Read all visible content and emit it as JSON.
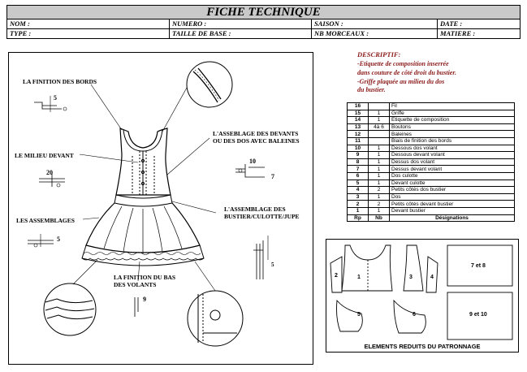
{
  "title": "FICHE TECHNIQUE",
  "header_row1": [
    "NOM :",
    "NUMERO :",
    "SAISON :",
    "DATE :"
  ],
  "header_row2": [
    "TYPE :",
    "TAILLE DE BASE :",
    "NB MORCEAUX :",
    "MATIERE :"
  ],
  "labels": {
    "finition_bords": "LA FINITION DES BORDS",
    "assemblage_devants_1": "L'ASSEBLAGE DES DEVANTS",
    "assemblage_devants_2": "OU DES DOS AVEC BALEINES",
    "milieu_devant": "LE MILIEU DEVANT",
    "assemblages": "LES ASSEMBLAGES",
    "assemblage_bustier_1": "L'ASSEMBLAGE DES",
    "assemblage_bustier_2": "BUSTIER/CULOTTE/JUPE",
    "finition_bas_1": "LA FINITION DU BAS",
    "finition_bas_2": "DES VOLANTS"
  },
  "measures": {
    "m5a": "5",
    "m10": "10",
    "m7": "7",
    "m20": "20",
    "m5b": "5",
    "m5c": "5",
    "m9": "9"
  },
  "descriptif": {
    "title": "DESCRIPTIF:",
    "lines": [
      "-Etiquette de composition inserrée",
      "dans couture de côté droit du bustier.",
      "-Griffe plaquée au milieu du dos",
      "du bustier."
    ]
  },
  "nomenclature": {
    "rows": [
      {
        "rp": "16",
        "nb": "",
        "designation": "Fil"
      },
      {
        "rp": "15",
        "nb": "1",
        "designation": "Griffe"
      },
      {
        "rp": "14",
        "nb": "1",
        "designation": "Etiquette de composition"
      },
      {
        "rp": "13",
        "nb": "4à 6",
        "designation": "Boutons"
      },
      {
        "rp": "12",
        "nb": "",
        "designation": "Baleines"
      },
      {
        "rp": "11",
        "nb": "",
        "designation": "Biais de finition des bords"
      },
      {
        "rp": "10",
        "nb": "1",
        "designation": "Dessous dos volant"
      },
      {
        "rp": "9",
        "nb": "1",
        "designation": "Dessous devant volant"
      },
      {
        "rp": "8",
        "nb": "1",
        "designation": "Dessus dos volant"
      },
      {
        "rp": "7",
        "nb": "1",
        "designation": "Dessus devant volant"
      },
      {
        "rp": "6",
        "nb": "1",
        "designation": "Dos culotte"
      },
      {
        "rp": "5",
        "nb": "1",
        "designation": "Devant culotte"
      },
      {
        "rp": "4",
        "nb": "2",
        "designation": "Petits côtés dos bustier"
      },
      {
        "rp": "3",
        "nb": "1",
        "designation": "Dos"
      },
      {
        "rp": "2",
        "nb": "2",
        "designation": "Petits côtés devant bustier"
      },
      {
        "rp": "1",
        "nb": "1",
        "designation": "Devant bustier"
      }
    ],
    "header": {
      "rp": "Rp",
      "nb": "Nb",
      "designation": "Désignations"
    }
  },
  "patron": {
    "caption": "ELEMENTS REDUITS DU PATRONNAGE",
    "pieces": [
      "2",
      "1",
      "3",
      "4",
      "5",
      "6",
      "7 et 8",
      "9 et 10"
    ]
  }
}
